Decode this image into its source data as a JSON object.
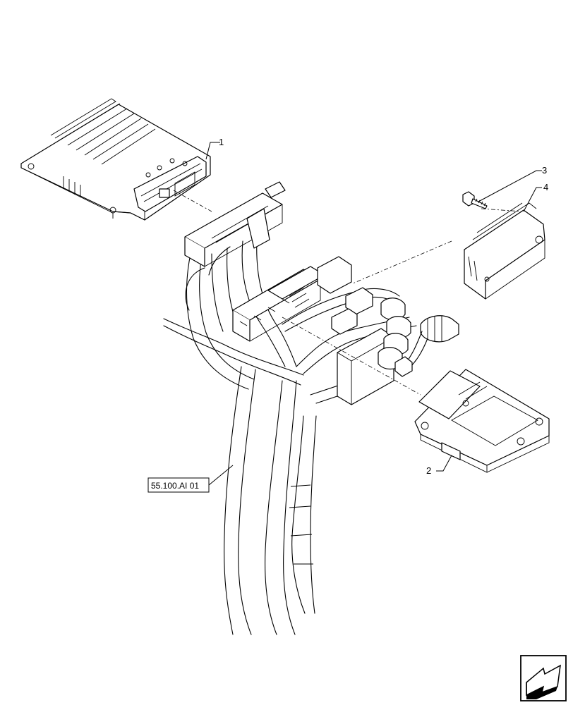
{
  "callouts": [
    {
      "id": "1",
      "label": "1"
    },
    {
      "id": "2",
      "label": "2"
    },
    {
      "id": "3",
      "label": "3"
    },
    {
      "id": "4",
      "label": "4"
    }
  ],
  "reference": {
    "label": "55.100.AI 01"
  },
  "nav_icon": "arrow-navigation-icon"
}
